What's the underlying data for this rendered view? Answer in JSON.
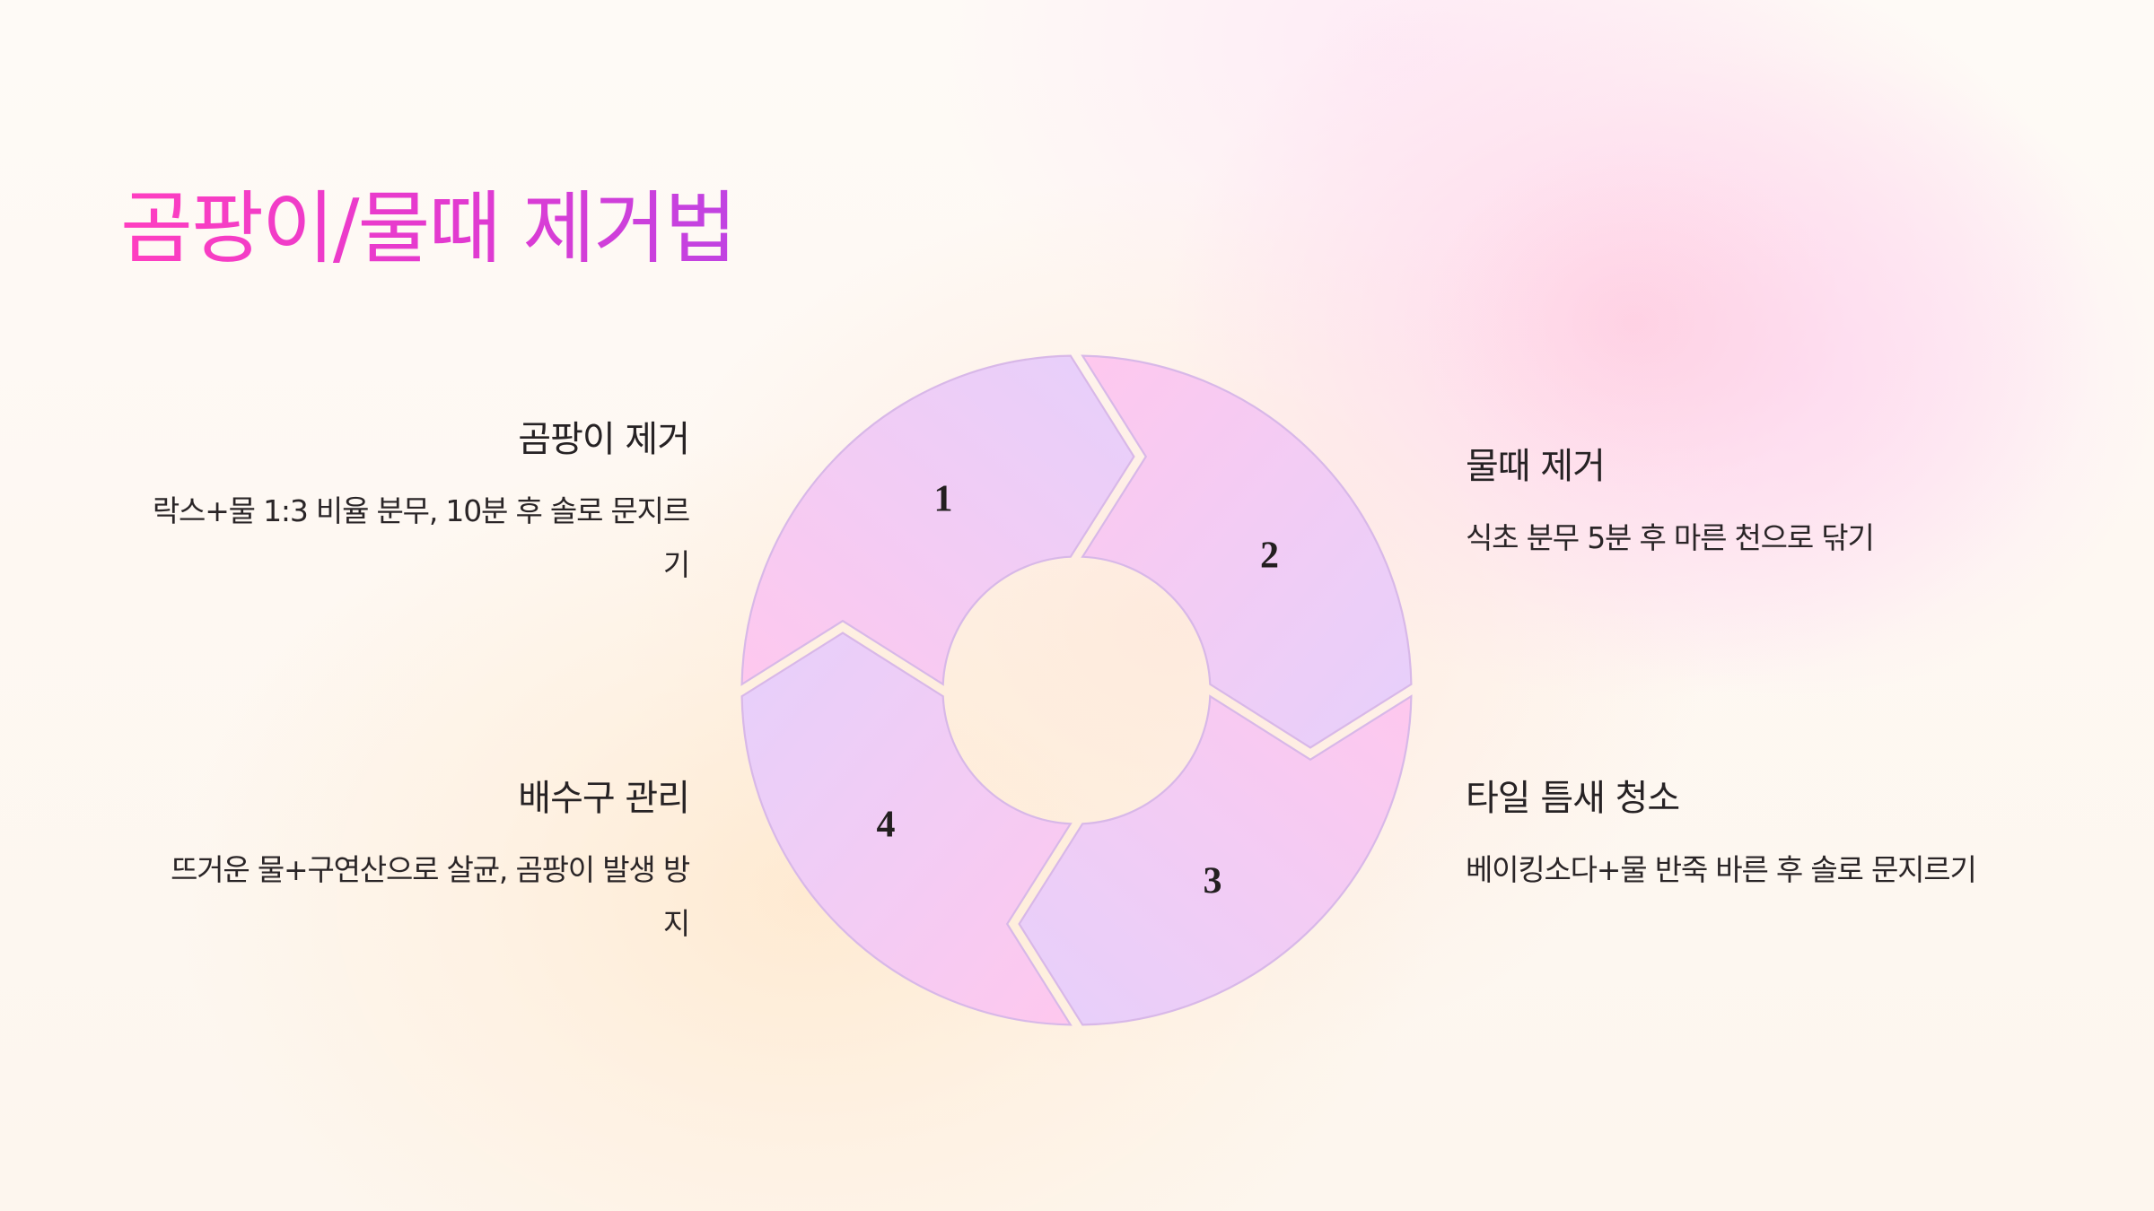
{
  "slide": {
    "title": "곰팡이/물때 제거법",
    "title_gradient": [
      "#ff3ec0",
      "#c043e2"
    ]
  },
  "cycle": {
    "type": "4-step circular arrow cycle",
    "segment_gradient": [
      "#fec8ee",
      "#e6d0fb"
    ],
    "segment_stroke": "#d8b8e8",
    "steps": [
      {
        "number": "1",
        "heading": "곰팡이 제거",
        "description": "락스+물 1:3 비율 분무, 10분 후 솔로 문지르기",
        "position": "left-top"
      },
      {
        "number": "2",
        "heading": "물때 제거",
        "description": "식초 분무 5분 후 마른 천으로 닦기",
        "position": "right-top"
      },
      {
        "number": "3",
        "heading": "타일 틈새 청소",
        "description": "베이킹소다+물 반죽 바른 후 솔로 문지르기",
        "position": "right-bottom"
      },
      {
        "number": "4",
        "heading": "배수구 관리",
        "description": "뜨거운 물+구연산으로 살균, 곰팡이 발생 방지",
        "position": "left-bottom"
      }
    ]
  }
}
